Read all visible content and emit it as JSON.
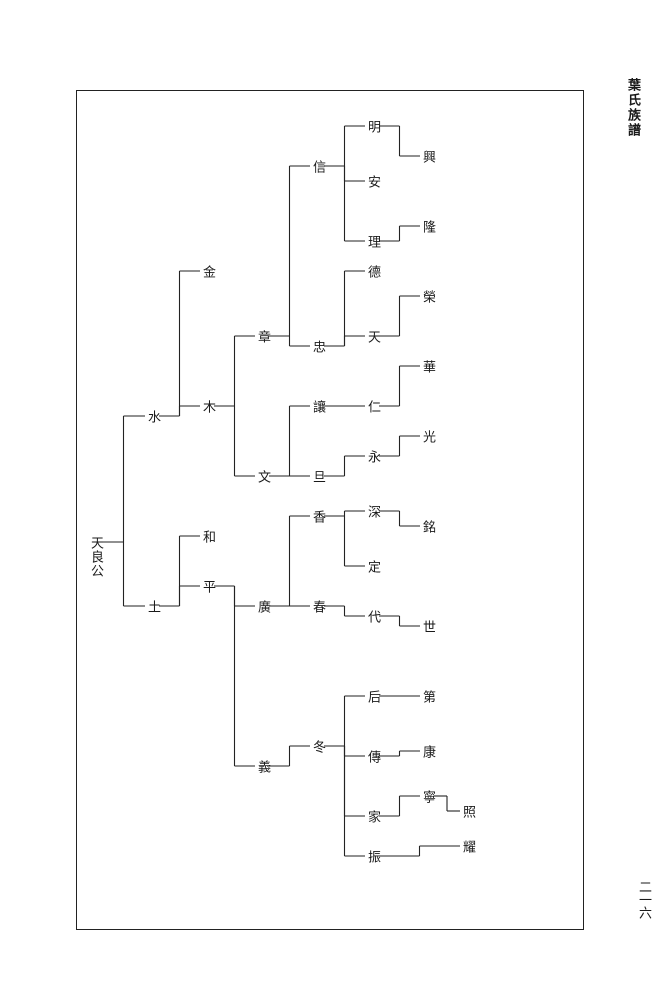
{
  "header": {
    "title": "葉氏族譜",
    "page_number": "二一六"
  },
  "nodes": [
    {
      "id": "tianliang",
      "name": "天良公",
      "note": ""
    },
    {
      "id": "shui",
      "name": "水",
      "note": ""
    },
    {
      "id": "tu",
      "name": "土",
      "note": ""
    },
    {
      "id": "jin",
      "name": "金",
      "note": ""
    },
    {
      "id": "mu",
      "name": "木",
      "note": ""
    },
    {
      "id": "he",
      "name": "和",
      "note": ""
    },
    {
      "id": "ping",
      "name": "平",
      "note": ""
    },
    {
      "id": "zhang",
      "name": "章",
      "note": ""
    },
    {
      "id": "wen",
      "name": "文",
      "note": ""
    },
    {
      "id": "guang",
      "name": "廣",
      "note": ""
    },
    {
      "id": "yi",
      "name": "義",
      "note": ""
    },
    {
      "id": "xin",
      "name": "信",
      "note": ""
    },
    {
      "id": "zhong",
      "name": "忠",
      "note": ""
    },
    {
      "id": "rang",
      "name": "讓",
      "note": ""
    },
    {
      "id": "dan",
      "name": "旦",
      "note": ""
    },
    {
      "id": "xiang",
      "name": "香",
      "note": ""
    },
    {
      "id": "chun",
      "name": "春",
      "note": ""
    },
    {
      "id": "dong",
      "name": "冬",
      "note": ""
    },
    {
      "id": "n_ming",
      "name": "明",
      "note": ""
    },
    {
      "id": "n_an",
      "name": "安",
      "note": ""
    },
    {
      "id": "n_li",
      "name": "理",
      "note": ""
    },
    {
      "id": "n_de",
      "name": "德",
      "note": ""
    },
    {
      "id": "n_tian",
      "name": "天",
      "note": ""
    },
    {
      "id": "n_ren",
      "name": "仁",
      "note": ""
    },
    {
      "id": "n_yong",
      "name": "永",
      "note": ""
    },
    {
      "id": "n_shen",
      "name": "深",
      "note": ""
    },
    {
      "id": "n_ding",
      "name": "定",
      "note": ""
    },
    {
      "id": "n_dai",
      "name": "代",
      "note": ""
    },
    {
      "id": "n_hou",
      "name": "后",
      "note": ""
    },
    {
      "id": "n_chuan",
      "name": "傳",
      "note": ""
    },
    {
      "id": "n_jia",
      "name": "家",
      "note": ""
    },
    {
      "id": "n_zhen",
      "name": "振",
      "note": ""
    },
    {
      "id": "n_shi",
      "name": "世",
      "note": ""
    },
    {
      "id": "n_di",
      "name": "第",
      "note": ""
    },
    {
      "id": "n_kang",
      "name": "康",
      "note": ""
    },
    {
      "id": "n_ning",
      "name": "寧",
      "note": ""
    },
    {
      "id": "n_zhao",
      "name": "照",
      "note": ""
    },
    {
      "id": "n_yao",
      "name": "耀",
      "note": ""
    },
    {
      "id": "n_xing",
      "name": "興",
      "note": ""
    },
    {
      "id": "n_long",
      "name": "隆",
      "note": ""
    },
    {
      "id": "n_rong",
      "name": "榮",
      "note": ""
    },
    {
      "id": "n_hua",
      "name": "華",
      "note": ""
    },
    {
      "id": "n_guang2",
      "name": "光",
      "note": ""
    },
    {
      "id": "n_ming2",
      "name": "銘",
      "note": ""
    }
  ]
}
